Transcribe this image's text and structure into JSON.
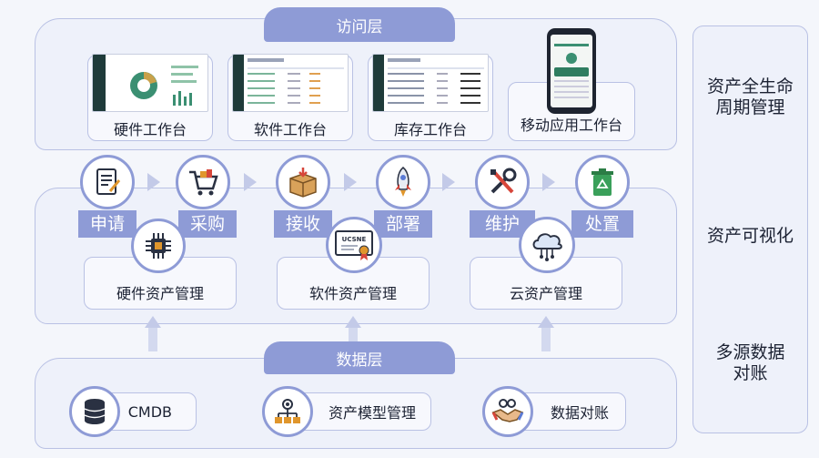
{
  "access_layer": {
    "title": "访问层",
    "workstations": [
      {
        "label": "硬件工作台"
      },
      {
        "label": "软件工作台"
      },
      {
        "label": "库存工作台"
      },
      {
        "label": "移动应用工作台"
      }
    ]
  },
  "lifecycle": {
    "steps": [
      {
        "label": "申请",
        "icon": "document-icon"
      },
      {
        "label": "采购",
        "icon": "cart-icon"
      },
      {
        "label": "接收",
        "icon": "box-icon"
      },
      {
        "label": "部署",
        "icon": "rocket-icon"
      },
      {
        "label": "维护",
        "icon": "tools-icon"
      },
      {
        "label": "处置",
        "icon": "recycle-bin-icon"
      }
    ],
    "modules": [
      {
        "label": "硬件资产管理",
        "icon": "chip-icon"
      },
      {
        "label": "软件资产管理",
        "icon": "certificate-icon",
        "badge": "UCSNE"
      },
      {
        "label": "云资产管理",
        "icon": "cloud-icon"
      }
    ]
  },
  "data_layer": {
    "title": "数据层",
    "items": [
      {
        "label": "CMDB",
        "icon": "database-icon"
      },
      {
        "label": "资产模型管理",
        "icon": "model-icon"
      },
      {
        "label": "数据对账",
        "icon": "handshake-icon"
      }
    ]
  },
  "side_panel": {
    "items": [
      {
        "line1": "资产全生命",
        "line2": "周期管理"
      },
      {
        "line1": "资产可视化",
        "line2": ""
      },
      {
        "line1": "多源数据",
        "line2": "对账"
      }
    ]
  },
  "colors": {
    "accent": "#8e9bd6",
    "panel": "#eef1fa",
    "border": "#b9c1e4"
  }
}
